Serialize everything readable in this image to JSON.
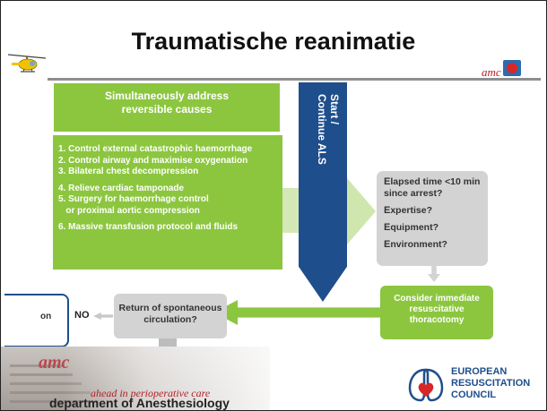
{
  "slide": {
    "title": "Traumatische reanimatie",
    "amc_logo_text": "amc"
  },
  "flow": {
    "top_green": {
      "line1": "Simultaneously address",
      "line2": "reversible causes"
    },
    "actions": [
      "1. Control external catastrophic haemorrhage",
      "2. Control airway and maximise oxygenation",
      "3. Bilateral chest decompression",
      "4. Relieve cardiac tamponade",
      "5. Surgery for haemorrhage control",
      "   or proximal aortic compression",
      "6. Massive transfusion protocol and fluids"
    ],
    "als_arrow": {
      "line1": "Start /",
      "line2": "Continue ALS"
    },
    "criteria": [
      {
        "cap": "E",
        "rest": "lapsed time <10 min since arrest?"
      },
      {
        "cap": "E",
        "rest": "xpertise?"
      },
      {
        "cap": "E",
        "rest": "quipment?"
      },
      {
        "cap": "E",
        "rest": "nvironment?"
      }
    ],
    "thoracotomy": {
      "line1": "Consider immediate",
      "line2": "resuscitative",
      "line3": "thoracotomy"
    },
    "rosc": {
      "line1": "Return of spontaneous",
      "line2": "circulation?"
    },
    "no_label": "NO",
    "left_partial": "on"
  },
  "footer": {
    "amc_logo_text": "amc",
    "tagline": "ahead in perioperative care",
    "department": "department of Anesthesiology",
    "erc_line1": "EUROPEAN",
    "erc_line2": "RESUSCITATION",
    "erc_line3": "COUNCIL"
  },
  "colors": {
    "green": "#8cc63f",
    "light_green": "#cfe6ae",
    "blue": "#1f4e8c",
    "grey": "#d3d3d3",
    "amc_red": "#b41e2a"
  },
  "icons": [
    "helicopter-icon",
    "amc-logo-icon",
    "erc-heart-lungs-icon"
  ]
}
